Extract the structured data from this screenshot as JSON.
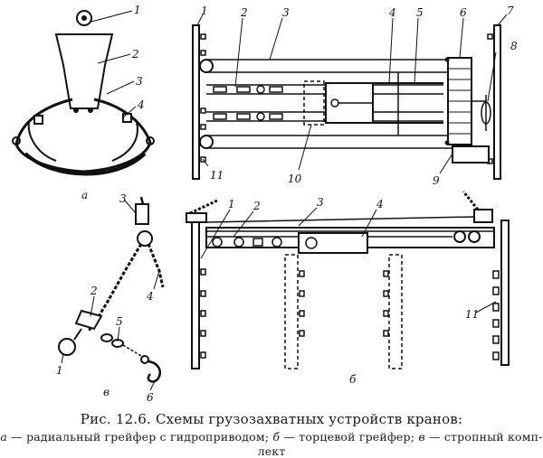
{
  "diagram_a": {
    "label": "а",
    "callouts": [
      "1",
      "2",
      "3",
      "4"
    ]
  },
  "diagram_top": {
    "callouts": [
      "1",
      "2",
      "3",
      "4",
      "5",
      "6",
      "7",
      "8",
      "9",
      "10",
      "11"
    ]
  },
  "diagram_b": {
    "label": "б",
    "callouts": [
      "1",
      "2",
      "3",
      "4",
      "11"
    ]
  },
  "diagram_v": {
    "label": "в",
    "callouts": [
      "1",
      "2",
      "3",
      "4",
      "5",
      "6"
    ]
  },
  "caption": {
    "title": "Рис. 12.6. Схемы грузозахватных устройств кранов:",
    "line1_a": "а",
    "line1_a_text": " — радиальный грейфер с гидроприводом; ",
    "line1_b": "б",
    "line1_b_text": " — торцевой грейфер; ",
    "line1_v": "в",
    "line1_v_text": " — стропный комп-",
    "line2": "лект"
  }
}
